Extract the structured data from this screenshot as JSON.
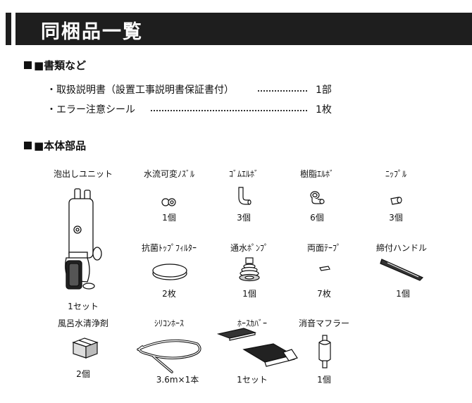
{
  "header": {
    "title": "同梱品一覧"
  },
  "documents": {
    "heading": "■書類など",
    "items": [
      {
        "name": "・取扱説明書（設置工事説明書保証書付）",
        "qty": "1部"
      },
      {
        "name": "・エラー注意シール",
        "qty": "1枚"
      }
    ]
  },
  "parts": {
    "heading": "■本体部品",
    "items": [
      {
        "name": "泡出しユニット",
        "qty": "1セット",
        "icon": "foam-unit-icon"
      },
      {
        "name": "水流可変ﾉｽﾞﾙ",
        "qty": "1個",
        "icon": "nozzle-icon"
      },
      {
        "name": "ｺﾞﾑｴﾙﾎﾞ",
        "qty": "3個",
        "icon": "rubber-elbow-icon"
      },
      {
        "name": "樹脂ｴﾙﾎﾞ",
        "qty": "6個",
        "icon": "resin-elbow-icon"
      },
      {
        "name": "ﾆｯﾌﾟﾙ",
        "qty": "3個",
        "icon": "nipple-icon"
      },
      {
        "name": "抗菌ﾄｯﾌﾟﾌｨﾙﾀｰ",
        "qty": "2枚",
        "icon": "top-filter-icon"
      },
      {
        "name": "通水ﾎﾟﾝﾌﾟ",
        "qty": "1個",
        "icon": "water-pump-icon"
      },
      {
        "name": "両面ﾃｰﾌﾟ",
        "qty": "7枚",
        "icon": "double-sided-tape-icon"
      },
      {
        "name": "締付ハンドル",
        "qty": "1個",
        "icon": "tightening-handle-icon"
      },
      {
        "name": "風呂水清浄剤",
        "qty": "2個",
        "icon": "cleaner-box-icon"
      },
      {
        "name": "ｼﾘｺﾝﾎｰｽ",
        "qty": "3.6m×1本",
        "icon": "silicone-hose-icon"
      },
      {
        "name": "ﾎｰｽｶﾊﾞｰ",
        "qty": "1セット",
        "icon": "hose-cover-icon"
      },
      {
        "name": "消音マフラー",
        "qty": "1個",
        "icon": "muffler-icon"
      }
    ]
  }
}
